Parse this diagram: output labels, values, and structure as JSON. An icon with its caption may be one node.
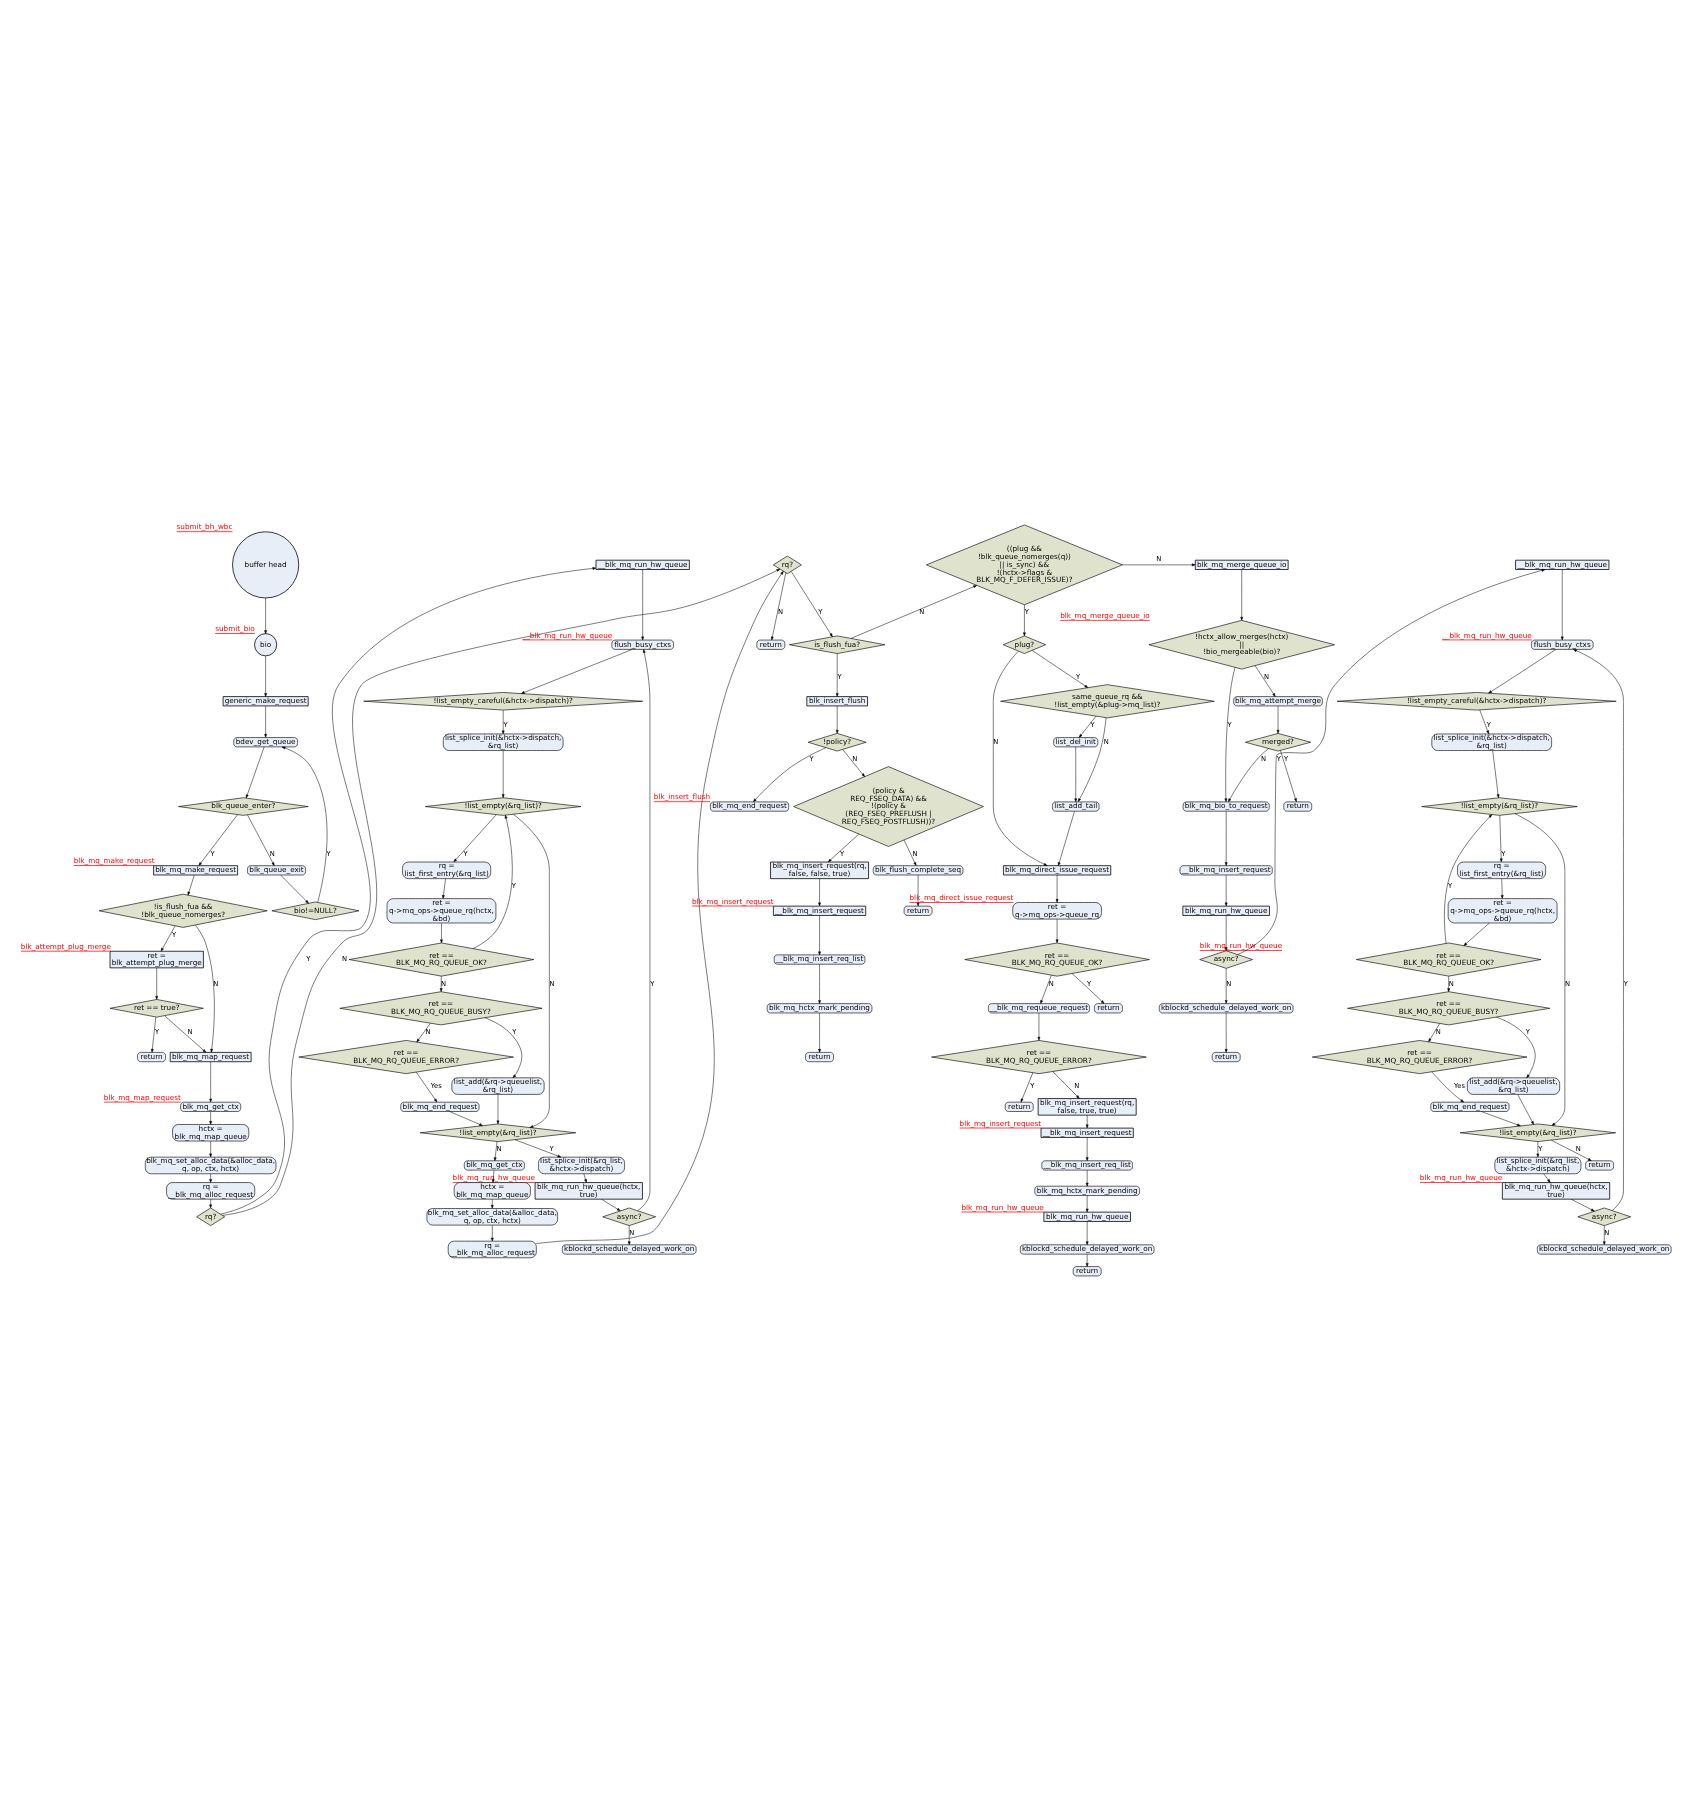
{
  "diagram": {
    "nodes": [
      {
        "text": [
          "buffer head"
        ],
        "beside": [
          "submit_bh_wbc"
        ]
      },
      {
        "text": [
          "bio"
        ],
        "beside": [
          "submit_bio"
        ]
      },
      {
        "text": [
          "generic_make_request"
        ]
      },
      {
        "text": [
          "bdev_get_queue"
        ]
      },
      {
        "text": [
          "blk_queue_enter?"
        ]
      },
      {
        "text": [
          "blk_queue_exit"
        ]
      },
      {
        "text": [
          "bio!=NULL?"
        ]
      },
      {
        "text": [
          "blk_mq_make_request"
        ],
        "beside": [
          "blk_mq_make_request"
        ]
      },
      {
        "text": [
          "!is_flush_fua && !blk_queue_nomerges?"
        ]
      },
      {
        "text": [
          "ret = blk_attempt_plug_merge"
        ],
        "beside": [
          "blk_attempt_plug_merge"
        ]
      },
      {
        "text": [
          "ret == true?"
        ]
      },
      {
        "text": [
          "return"
        ]
      },
      {
        "text": [
          "blk_mq_map_request"
        ]
      },
      {
        "text": [
          "blk_mq_get_ctx"
        ],
        "beside": [
          "blk_mq_map_request"
        ]
      },
      {
        "text": [
          "hctx = blk_mq_map_queue"
        ]
      },
      {
        "text": [
          "blk_mq_set_alloc_data(&alloc_data, q, op, ctx, hctx)"
        ]
      },
      {
        "text": [
          "rq = __blk_mq_alloc_request"
        ]
      },
      {
        "text": [
          "rq?"
        ]
      },
      {
        "text": [
          "__blk_mq_run_hw_queue"
        ]
      },
      {
        "text": [
          "flush_busy_ctxs"
        ],
        "beside": [
          "__blk_mq_run_hw_queue"
        ]
      },
      {
        "text": [
          "!list_empty_careful(&hctx->dispatch)?"
        ]
      },
      {
        "text": [
          "list_splice_init(&hctx->dispatch, &rq_list)"
        ]
      },
      {
        "text": [
          "!list_empty(&rq_list)?"
        ]
      },
      {
        "text": [
          "rq = list_first_entry(&rq_list)"
        ]
      },
      {
        "text": [
          "ret = q->mq_ops->queue_rq(hctx, &bd)"
        ]
      },
      {
        "text": [
          "ret == BLK_MQ_RQ_QUEUE_OK?"
        ]
      },
      {
        "text": [
          "ret == BLK_MQ_RQ_QUEUE_BUSY?"
        ]
      },
      {
        "text": [
          "list_add(&rq->queuelist, &rq_list)"
        ]
      },
      {
        "text": [
          "ret == BLK_MQ_RQ_QUEUE_ERROR?"
        ]
      },
      {
        "text": [
          "blk_mq_end_request"
        ]
      },
      {
        "text": [
          "!list_empty(&rq_list)?"
        ]
      },
      {
        "text": [
          "list_splice_init(&rq_list, &hctx->dispatch)"
        ]
      },
      {
        "text": [
          "blk_mq_run_hw_queue(hctx, true)"
        ],
        "beside": [
          "blk_mq_run_hw_queue"
        ]
      },
      {
        "text": [
          "async?"
        ]
      },
      {
        "text": [
          "kblockd_schedule_delayed_work_on"
        ]
      },
      {
        "text": [
          "blk_mq_get_ctx"
        ]
      },
      {
        "text": [
          "hctx = blk_mq_map_queue"
        ]
      },
      {
        "text": [
          "blk_mq_set_alloc_data(&alloc_data, q, op, ctx, hctx)"
        ]
      },
      {
        "text": [
          "rq = __blk_mq_alloc_request"
        ]
      },
      {
        "text": [
          "return"
        ]
      },
      {
        "text": [
          "rq?"
        ]
      },
      {
        "text": [
          "is_flush_fua?"
        ]
      },
      {
        "text": [
          "blk_insert_flush"
        ]
      },
      {
        "text": [
          "!policy?"
        ]
      },
      {
        "text": [
          "blk_mq_end_request"
        ],
        "beside": [
          "blk_insert_flush"
        ]
      },
      {
        "text": [
          "(policy & REQ_FSEQ_DATA) && !(policy & (REQ_FSEQ_PREFLUSH | REQ_FSEQ_POSTFLUSH))?"
        ]
      },
      {
        "text": [
          "blk_mq_insert_request(rq, false, false, true)"
        ]
      },
      {
        "text": [
          "__blk_mq_insert_request"
        ],
        "beside": [
          "blk_mq_insert_request"
        ]
      },
      {
        "text": [
          "__blk_mq_insert_req_list"
        ]
      },
      {
        "text": [
          "blk_mq_hctx_mark_pending"
        ]
      },
      {
        "text": [
          "return"
        ]
      },
      {
        "text": [
          "blk_flush_complete_seq"
        ]
      },
      {
        "text": [
          "return"
        ]
      },
      {
        "text": [
          "((plug && !blk_queue_nomerges(q)) || is_sync) && !(hctx->flags & BLK_MQ_F_DEFER_ISSUE)?"
        ]
      },
      {
        "text": [
          "plug?"
        ]
      },
      {
        "text": [
          "same_queue_rq && !list_empty(&plug->mq_list)?"
        ]
      },
      {
        "text": [
          "list_del_init"
        ]
      },
      {
        "text": [
          "list_add_tail"
        ]
      },
      {
        "text": [
          "blk_mq_direct_issue_request"
        ]
      },
      {
        "text": [
          "ret = q->mq_ops->queue_rq"
        ],
        "beside": [
          "blk_mq_direct_issue_request"
        ]
      },
      {
        "text": [
          "ret == BLK_MQ_RQ_QUEUE_OK?"
        ]
      },
      {
        "text": [
          "return"
        ]
      },
      {
        "text": [
          "__blk_mq_requeue_request"
        ]
      },
      {
        "text": [
          "ret == BLK_MQ_RQ_QUEUE_ERROR?"
        ]
      },
      {
        "text": [
          "return"
        ]
      },
      {
        "text": [
          "blk_mq_insert_request(rq, false, true, true)"
        ]
      },
      {
        "text": [
          "__blk_mq_insert_request"
        ],
        "beside": [
          "blk_mq_insert_request"
        ]
      },
      {
        "text": [
          "__blk_mq_insert_req_list"
        ]
      },
      {
        "text": [
          "blk_mq_hctx_mark_pending"
        ]
      },
      {
        "text": [
          "blk_mq_run_hw_queue"
        ],
        "beside": [
          "blk_mq_run_hw_queue"
        ]
      },
      {
        "text": [
          "kblockd_schedule_delayed_work_on"
        ]
      },
      {
        "text": [
          "return"
        ]
      },
      {
        "text": [
          "blk_mq_merge_queue_io"
        ]
      },
      {
        "text": [
          "!hctx_allow_merges(hctx) || !bio_mergeable(bio)?"
        ],
        "beside": [
          "blk_mq_merge_queue_io"
        ]
      },
      {
        "text": [
          "blk_mq_bio_to_request"
        ]
      },
      {
        "text": [
          "__blk_mq_insert_request"
        ]
      },
      {
        "text": [
          "blk_mq_attempt_merge"
        ]
      },
      {
        "text": [
          "merged?"
        ]
      },
      {
        "text": [
          "return"
        ]
      },
      {
        "text": [
          "blk_mq_run_hw_queue"
        ]
      },
      {
        "text": [
          "async?"
        ],
        "beside": [
          "blk_mq_run_hw_queue"
        ]
      },
      {
        "text": [
          "kblockd_schedule_delayed_work_on"
        ]
      },
      {
        "text": [
          "return"
        ]
      },
      {
        "text": [
          "__blk_mq_run_hw_queue"
        ]
      },
      {
        "text": [
          "flush_busy_ctxs"
        ],
        "beside": [
          "__blk_mq_run_hw_queue"
        ]
      },
      {
        "text": [
          "!list_empty_careful(&hctx->dispatch)?"
        ]
      },
      {
        "text": [
          "list_splice_init(&hctx->dispatch, &rq_list)"
        ]
      },
      {
        "text": [
          "!list_empty(&rq_list)?"
        ]
      },
      {
        "text": [
          "rq = list_first_entry(&rq_list)"
        ]
      },
      {
        "text": [
          "ret = q->mq_ops->queue_rq(hctx, &bd)"
        ]
      },
      {
        "text": [
          "ret == BLK_MQ_RQ_QUEUE_OK?"
        ]
      },
      {
        "text": [
          "ret == BLK_MQ_RQ_QUEUE_BUSY?"
        ]
      },
      {
        "text": [
          "ret == BLK_MQ_RQ_QUEUE_ERROR?"
        ]
      },
      {
        "text": [
          "list_add(&rq->queuelist, &rq_list)"
        ]
      },
      {
        "text": [
          "blk_mq_end_request"
        ]
      },
      {
        "text": [
          "!list_empty(&rq_list)?"
        ]
      },
      {
        "text": [
          "return"
        ]
      },
      {
        "text": [
          "list_splice_init(&rq_list, &hctx->dispatch)"
        ]
      },
      {
        "text": [
          "blk_mq_run_hw_queue(hctx, true)"
        ],
        "beside": [
          "blk_mq_run_hw_queue"
        ]
      },
      {
        "text": [
          "async?"
        ]
      },
      {
        "text": [
          "kblockd_schedule_delayed_work_on"
        ]
      }
    ],
    "edges": [
      {
        "from": 0,
        "to": 1,
        "arrow": "to"
      },
      {
        "from": 1,
        "to": 2,
        "arrow": "to"
      },
      {
        "from": 2,
        "to": 3,
        "arrow": "to"
      },
      {
        "from": 3,
        "to": 4,
        "arrow": "to"
      },
      {
        "from": 4,
        "to": 7,
        "arrow": "to",
        "label": "Y"
      },
      {
        "from": 4,
        "to": 5,
        "arrow": "to",
        "label": "N"
      },
      {
        "from": 5,
        "to": 6,
        "arrow": "to"
      },
      {
        "from": 6,
        "to": 3,
        "arrow": "to",
        "label": "Y"
      },
      {
        "from": 7,
        "to": 8,
        "arrow": "to"
      },
      {
        "from": 8,
        "to": 9,
        "arrow": "to",
        "label": "Y"
      },
      {
        "from": 8,
        "to": 12,
        "arrow": "to",
        "label": "N"
      },
      {
        "from": 9,
        "to": 10,
        "arrow": "to"
      },
      {
        "from": 10,
        "to": 12,
        "arrow": "to",
        "label": "N"
      },
      {
        "from": 10,
        "to": 11,
        "arrow": "to",
        "label": "Y"
      },
      {
        "from": 12,
        "to": 13,
        "arrow": "to"
      },
      {
        "from": 13,
        "to": 14,
        "arrow": "to"
      },
      {
        "from": 14,
        "to": 15,
        "arrow": "to"
      },
      {
        "from": 15,
        "to": 16,
        "arrow": "to"
      },
      {
        "from": 16,
        "to": 17,
        "arrow": "to"
      },
      {
        "from": 17,
        "to": 40,
        "arrow": "to",
        "label": "N"
      },
      {
        "from": 17,
        "to": 18,
        "arrow": "to",
        "label": "Y"
      },
      {
        "from": 18,
        "to": 19,
        "arrow": "to"
      },
      {
        "from": 19,
        "to": 20,
        "arrow": "to"
      },
      {
        "from": 20,
        "to": 21,
        "arrow": "to",
        "label": "Y"
      },
      {
        "from": 21,
        "to": 22,
        "arrow": "to"
      },
      {
        "from": 22,
        "to": 23,
        "arrow": "to",
        "label": "Y"
      },
      {
        "from": 23,
        "to": 24,
        "arrow": "to"
      },
      {
        "from": 24,
        "to": 25,
        "arrow": "to"
      },
      {
        "from": 25,
        "to": 22,
        "arrow": "to",
        "label": "Y"
      },
      {
        "from": 25,
        "to": 26,
        "arrow": "to",
        "label": "N"
      },
      {
        "from": 26,
        "to": 27,
        "arrow": "to",
        "label": "Y"
      },
      {
        "from": 26,
        "to": 28,
        "arrow": "to",
        "label": "N"
      },
      {
        "from": 28,
        "to": 29,
        "arrow": "to",
        "label": "Yes"
      },
      {
        "from": 27,
        "to": 30,
        "arrow": "to"
      },
      {
        "from": 29,
        "to": 30,
        "arrow": "to"
      },
      {
        "from": 22,
        "to": 30,
        "arrow": "to",
        "label": "N"
      },
      {
        "from": 30,
        "to": 31,
        "arrow": "to",
        "label": "Y"
      },
      {
        "from": 30,
        "to": 35,
        "arrow": "to",
        "label": "N"
      },
      {
        "from": 31,
        "to": 32,
        "arrow": "to"
      },
      {
        "from": 32,
        "to": 33,
        "arrow": "to"
      },
      {
        "from": 33,
        "to": 19,
        "arrow": "to",
        "label": "Y"
      },
      {
        "from": 33,
        "to": 34,
        "arrow": "to",
        "label": "N"
      },
      {
        "from": 35,
        "to": 36,
        "arrow": "to"
      },
      {
        "from": 36,
        "to": 37,
        "arrow": "to"
      },
      {
        "from": 37,
        "to": 38,
        "arrow": "to"
      },
      {
        "from": 38,
        "to": 40,
        "arrow": "to"
      },
      {
        "from": 40,
        "to": 39,
        "arrow": "to",
        "label": "N"
      },
      {
        "from": 40,
        "to": 41,
        "arrow": "to",
        "label": "Y"
      },
      {
        "from": 41,
        "to": 42,
        "arrow": "to",
        "label": "Y"
      },
      {
        "from": 41,
        "to": 53,
        "arrow": "to",
        "label": "N"
      },
      {
        "from": 42,
        "to": 43,
        "arrow": "to"
      },
      {
        "from": 43,
        "to": 44,
        "arrow": "to",
        "label": "Y"
      },
      {
        "from": 43,
        "to": 45,
        "arrow": "to",
        "label": "N"
      },
      {
        "from": 45,
        "to": 46,
        "arrow": "to",
        "label": "Y"
      },
      {
        "from": 45,
        "to": 51,
        "arrow": "to",
        "label": "N"
      },
      {
        "from": 46,
        "to": 47,
        "arrow": "to"
      },
      {
        "from": 47,
        "to": 48,
        "arrow": "to"
      },
      {
        "from": 48,
        "to": 49,
        "arrow": "to"
      },
      {
        "from": 49,
        "to": 50,
        "arrow": "to"
      },
      {
        "from": 51,
        "to": 52,
        "arrow": "to"
      },
      {
        "from": 53,
        "to": 54,
        "arrow": "to",
        "label": "Y"
      },
      {
        "from": 53,
        "to": 72,
        "arrow": "to",
        "label": "N"
      },
      {
        "from": 54,
        "to": 55,
        "arrow": "to",
        "label": "Y"
      },
      {
        "from": 54,
        "to": 58,
        "arrow": "to",
        "label": "N"
      },
      {
        "from": 55,
        "to": 56,
        "arrow": "to",
        "label": "Y"
      },
      {
        "from": 55,
        "to": 57,
        "arrow": "to",
        "label": "N"
      },
      {
        "from": 56,
        "to": 57,
        "arrow": "to"
      },
      {
        "from": 57,
        "to": 58,
        "arrow": "to"
      },
      {
        "from": 58,
        "to": 59,
        "arrow": "to"
      },
      {
        "from": 59,
        "to": 60,
        "arrow": "to"
      },
      {
        "from": 60,
        "to": 61,
        "arrow": "to",
        "label": "Y"
      },
      {
        "from": 60,
        "to": 62,
        "arrow": "to",
        "label": "N"
      },
      {
        "from": 62,
        "to": 63,
        "arrow": "to"
      },
      {
        "from": 63,
        "to": 64,
        "arrow": "to",
        "label": "Y"
      },
      {
        "from": 63,
        "to": 65,
        "arrow": "to",
        "label": "N"
      },
      {
        "from": 65,
        "to": 66,
        "arrow": "to"
      },
      {
        "from": 66,
        "to": 67,
        "arrow": "to"
      },
      {
        "from": 67,
        "to": 68,
        "arrow": "to"
      },
      {
        "from": 68,
        "to": 69,
        "arrow": "to"
      },
      {
        "from": 69,
        "to": 70,
        "arrow": "to"
      },
      {
        "from": 70,
        "to": 71,
        "arrow": "to"
      },
      {
        "from": 72,
        "to": 73,
        "arrow": "to"
      },
      {
        "from": 73,
        "to": 74,
        "arrow": "to",
        "label": "Y"
      },
      {
        "from": 73,
        "to": 76,
        "arrow": "to",
        "label": "N"
      },
      {
        "from": 74,
        "to": 75,
        "arrow": "to"
      },
      {
        "from": 75,
        "to": 79,
        "arrow": "to"
      },
      {
        "from": 76,
        "to": 77,
        "arrow": "to"
      },
      {
        "from": 77,
        "to": 78,
        "arrow": "to",
        "label": "Y"
      },
      {
        "from": 77,
        "to": 74,
        "arrow": "to",
        "label": "N"
      },
      {
        "from": 79,
        "to": 80,
        "arrow": "to"
      },
      {
        "from": 80,
        "to": 83,
        "arrow": "to",
        "label": "Y"
      },
      {
        "from": 80,
        "to": 81,
        "arrow": "to",
        "label": "N"
      },
      {
        "from": 81,
        "to": 82,
        "arrow": "to"
      },
      {
        "from": 83,
        "to": 84,
        "arrow": "to"
      },
      {
        "from": 84,
        "to": 85,
        "arrow": "to"
      },
      {
        "from": 85,
        "to": 86,
        "arrow": "to",
        "label": "Y"
      },
      {
        "from": 86,
        "to": 87,
        "arrow": "to"
      },
      {
        "from": 87,
        "to": 88,
        "arrow": "to",
        "label": "Y"
      },
      {
        "from": 88,
        "to": 89,
        "arrow": "to"
      },
      {
        "from": 89,
        "to": 90,
        "arrow": "to"
      },
      {
        "from": 90,
        "to": 87,
        "arrow": "to",
        "label": "Y"
      },
      {
        "from": 90,
        "to": 91,
        "arrow": "to",
        "label": "N"
      },
      {
        "from": 91,
        "to": 93,
        "arrow": "to",
        "label": "Y"
      },
      {
        "from": 91,
        "to": 92,
        "arrow": "to",
        "label": "N"
      },
      {
        "from": 92,
        "to": 94,
        "arrow": "to",
        "label": "Yes"
      },
      {
        "from": 93,
        "to": 95,
        "arrow": "to"
      },
      {
        "from": 94,
        "to": 95,
        "arrow": "to"
      },
      {
        "from": 87,
        "to": 95,
        "arrow": "to",
        "label": "N"
      },
      {
        "from": 95,
        "to": 96,
        "arrow": "to",
        "label": "N"
      },
      {
        "from": 95,
        "to": 97,
        "arrow": "to",
        "label": "Y"
      },
      {
        "from": 97,
        "to": 98,
        "arrow": "to"
      },
      {
        "from": 98,
        "to": 99,
        "arrow": "to"
      },
      {
        "from": 99,
        "to": 84,
        "arrow": "to",
        "label": "Y"
      },
      {
        "from": 99,
        "to": 100,
        "arrow": "to",
        "label": "N"
      }
    ]
  }
}
